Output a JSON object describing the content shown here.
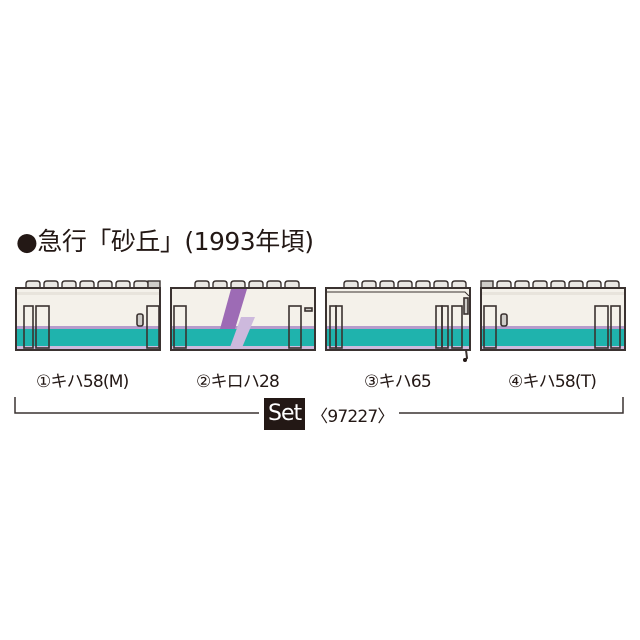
{
  "title": "●急行「砂丘」(1993年頃)",
  "colors": {
    "outline": "#3a3230",
    "body": "#f4f1ea",
    "teal": "#1fb3ad",
    "lavender": "#b59ccc",
    "purple": "#9d6bb5",
    "light_purple": "#cdb9dd",
    "roof_bump": "#e9e7e3",
    "text": "#231815"
  },
  "cars": [
    {
      "number": "①",
      "label": "①キハ58(M)",
      "type": "キハ58",
      "variant": "M"
    },
    {
      "number": "②",
      "label": "②キロハ28",
      "type": "キロハ28"
    },
    {
      "number": "③",
      "label": "③キハ65",
      "type": "キハ65"
    },
    {
      "number": "④",
      "label": "④キハ58(T)",
      "type": "キハ58",
      "variant": "T"
    }
  ],
  "set": {
    "badge": "Set",
    "code": "〈97227〉"
  }
}
